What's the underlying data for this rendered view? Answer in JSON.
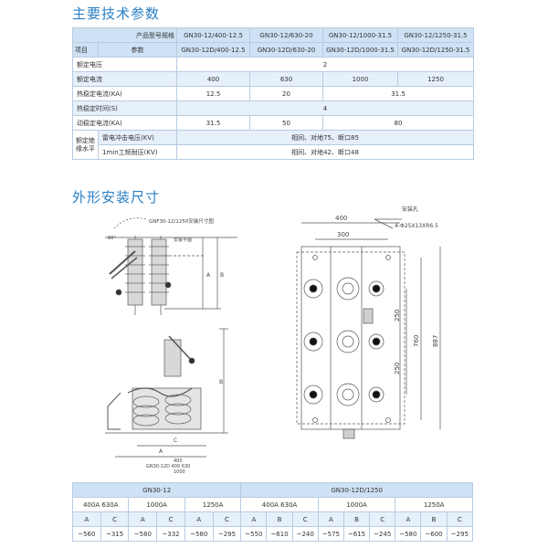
{
  "section1_title": "主要技术参数",
  "spec": {
    "corner_top": "产品型号规格",
    "corner_left": "项目",
    "corner_right": "参数",
    "models_row1": [
      "GN30-12/400-12.5",
      "GN30-12/630-20",
      "GN30-12/1000-31.5",
      "GN30-12/1250-31.5"
    ],
    "models_row2": [
      "GN30-12D/400-12.5",
      "GN30-12D/630-20",
      "GN30-12D/1000-31.5",
      "GN30-12D/1250-31.5"
    ],
    "rated_voltage_label": "额定电压",
    "rated_voltage_value": "2",
    "rated_current_label": "额定电流",
    "rated_current_values": [
      "400",
      "630",
      "1000",
      "1250"
    ],
    "thermal_current_label": "热稳定电流(KA)",
    "thermal_current_values": [
      "12.5",
      "20",
      "31.5"
    ],
    "thermal_time_label": "热稳定时间(S)",
    "thermal_time_value": "4",
    "dynamic_current_label": "动稳定电流(KA)",
    "dynamic_current_values": [
      "31.5",
      "50",
      "80"
    ],
    "insulation_label": "额定绝缘水平",
    "lightning_label": "雷电冲击电压(KV)",
    "lightning_value": "相间、对地75、断口85",
    "power_freq_label": "1min工频耐压(KV)",
    "power_freq_value": "相间、对地42、断口48"
  },
  "section2_title": "外形安装尺寸",
  "drawing": {
    "left_caption": "GNF30-12/1250安装尺寸图",
    "left_note": "安装平面",
    "angle": "80°",
    "dim_A": "A",
    "dim_B": "B",
    "dim_C": "C",
    "left_bottom_dims": [
      "400",
      "GN30-12D 400 630",
      "1000"
    ],
    "right_top_dims": [
      "400",
      "300"
    ],
    "mount_hole": "安装孔",
    "hole_spec": "4-Φ25X13XR6.5",
    "right_side_dims": [
      "250",
      "250",
      "760",
      "887"
    ]
  },
  "dims_table": {
    "group1": "GN30-12",
    "group2": "GN30-12D/1250",
    "currents1": [
      "400A  630A",
      "1000A",
      "1250A"
    ],
    "currents2": [
      "400A  630A",
      "1000A",
      "1250A"
    ],
    "letters1": [
      "A",
      "C",
      "A",
      "C",
      "A",
      "C"
    ],
    "letters2": [
      "A",
      "B",
      "C",
      "A",
      "B",
      "C",
      "A",
      "B",
      "C"
    ],
    "values1": [
      "~560",
      "~315",
      "~580",
      "~332",
      "~580",
      "~295"
    ],
    "values2": [
      "~550",
      "~610",
      "~240",
      "~575",
      "~615",
      "~245",
      "~580",
      "~600",
      "~295"
    ]
  }
}
